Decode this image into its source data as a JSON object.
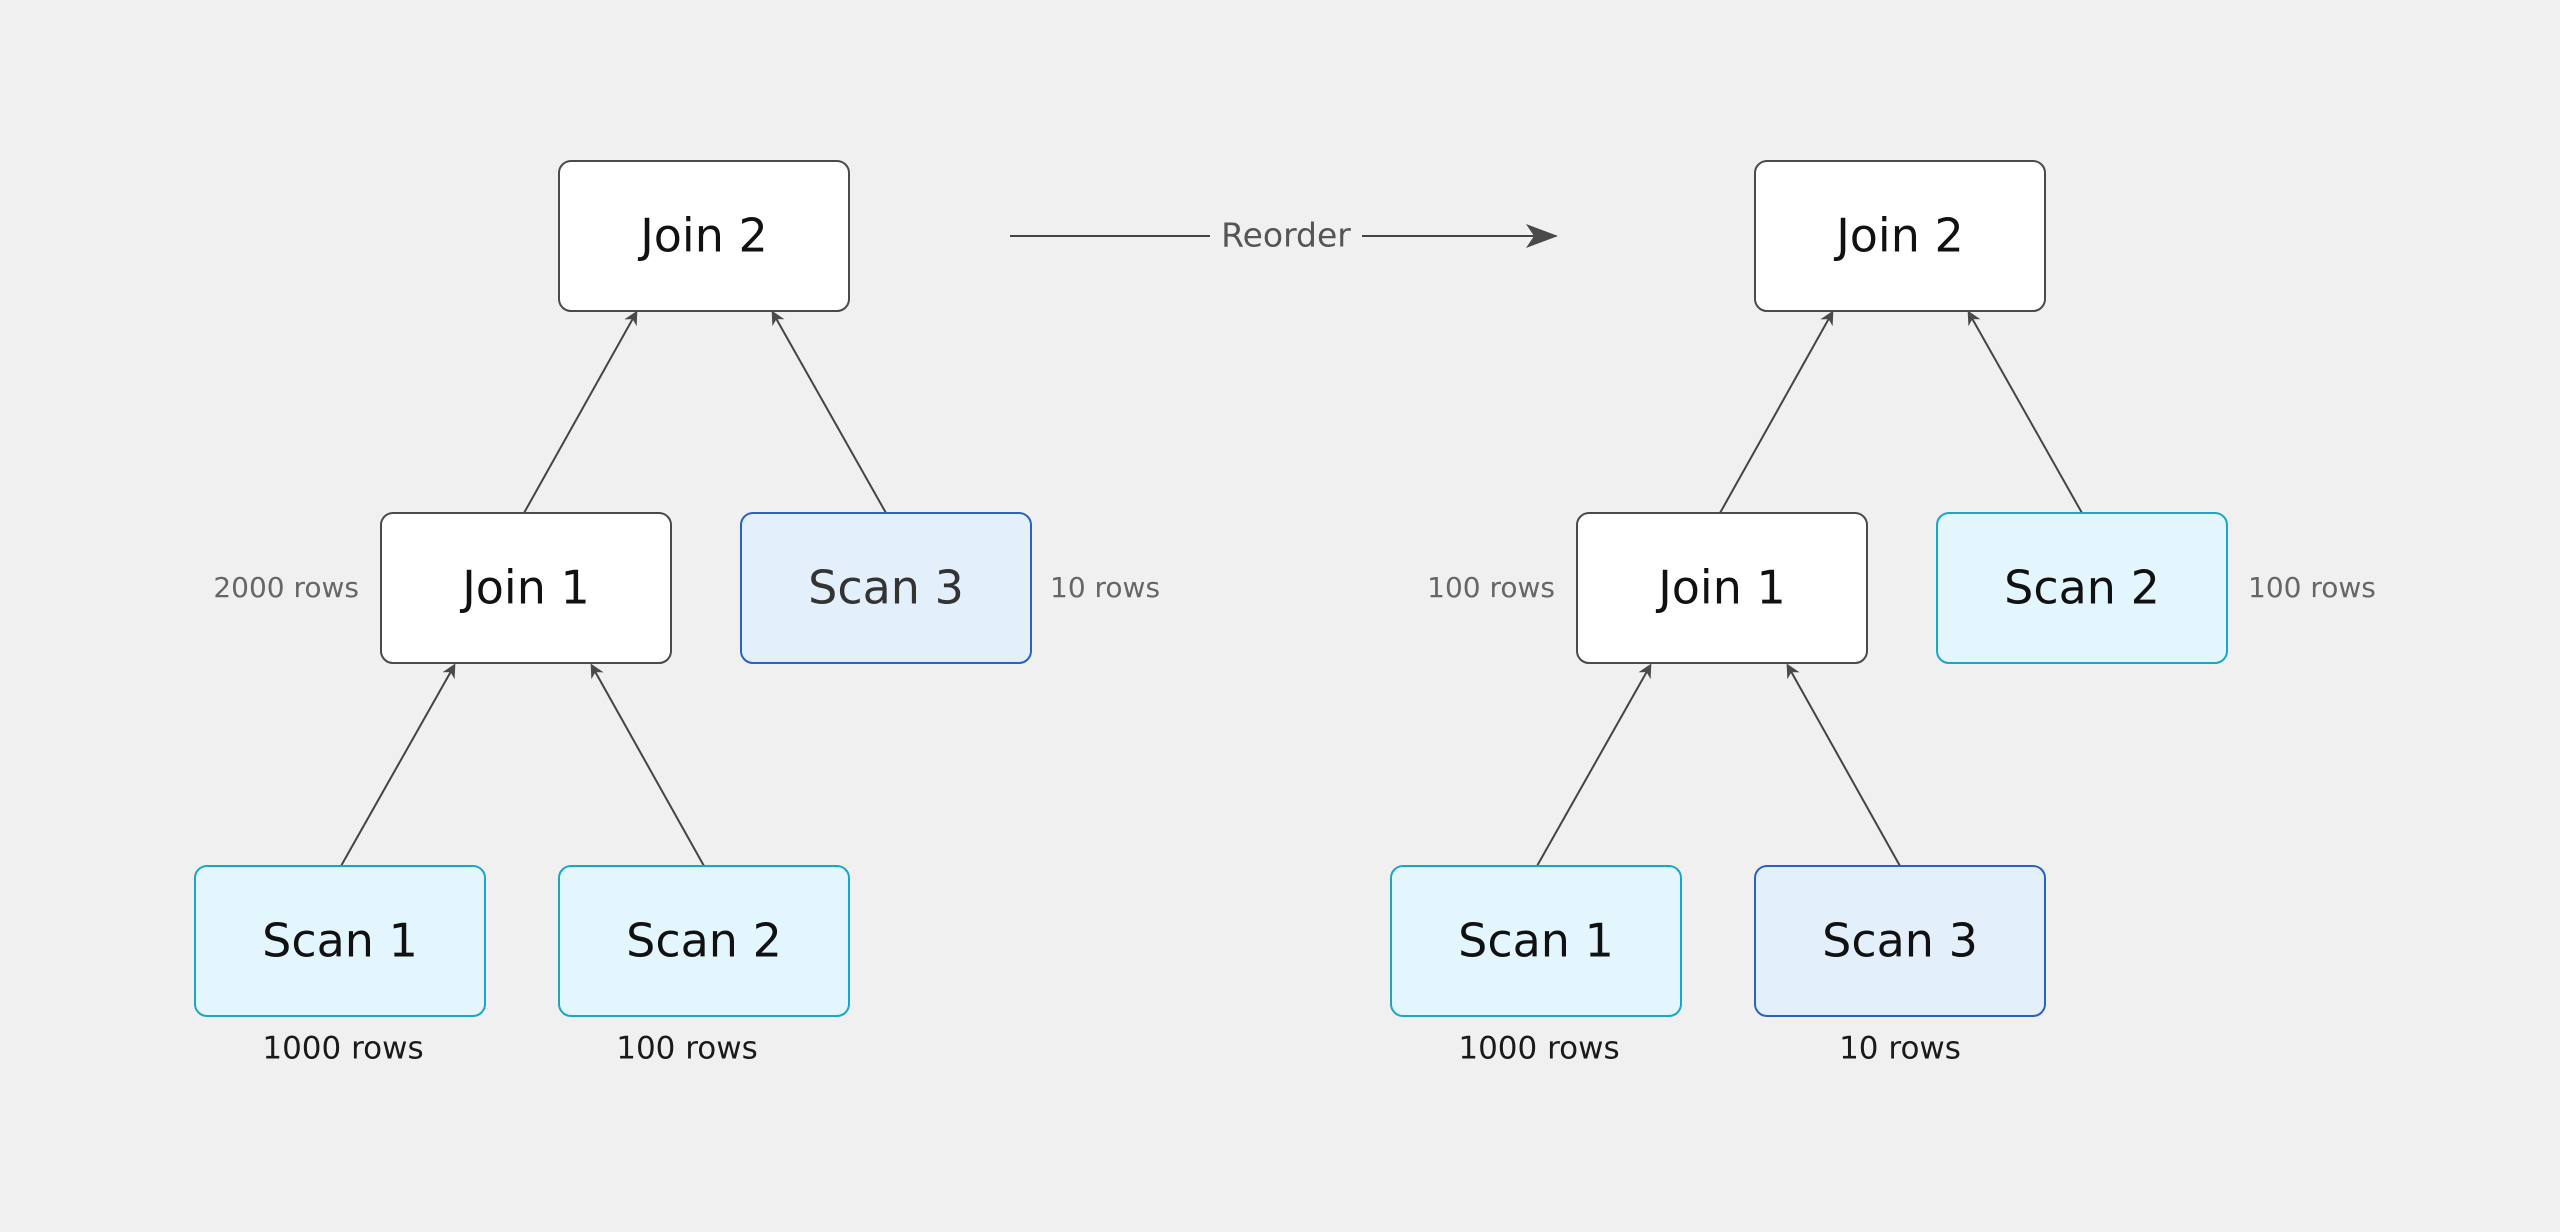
{
  "left_tree": {
    "join2": "Join 2",
    "join1": "Join 1",
    "scan3": "Scan 3",
    "scan1": "Scan 1",
    "scan2": "Scan 2",
    "join1_rows": "2000 rows",
    "scan3_rows": "10 rows",
    "scan1_rows": "1000 rows",
    "scan2_rows": "100 rows"
  },
  "transition": {
    "label": "Reorder"
  },
  "right_tree": {
    "join2": "Join 2",
    "join1": "Join 1",
    "scan2": "Scan 2",
    "scan1": "Scan 1",
    "scan3": "Scan 3",
    "join1_rows": "100 rows",
    "scan2_rows": "100 rows",
    "scan1_rows": "1000 rows",
    "scan3_rows": "10 rows"
  },
  "colors": {
    "background": "#f0f0f0",
    "join_fill": "#ffffff",
    "join_border": "#4a4a4a",
    "scan_light_fill": "#e3f6fd",
    "scan_light_border": "#1aa6c8",
    "scan_blue_fill": "#e4effc",
    "scan_blue_border": "#2a62c4",
    "edge": "#444444"
  }
}
